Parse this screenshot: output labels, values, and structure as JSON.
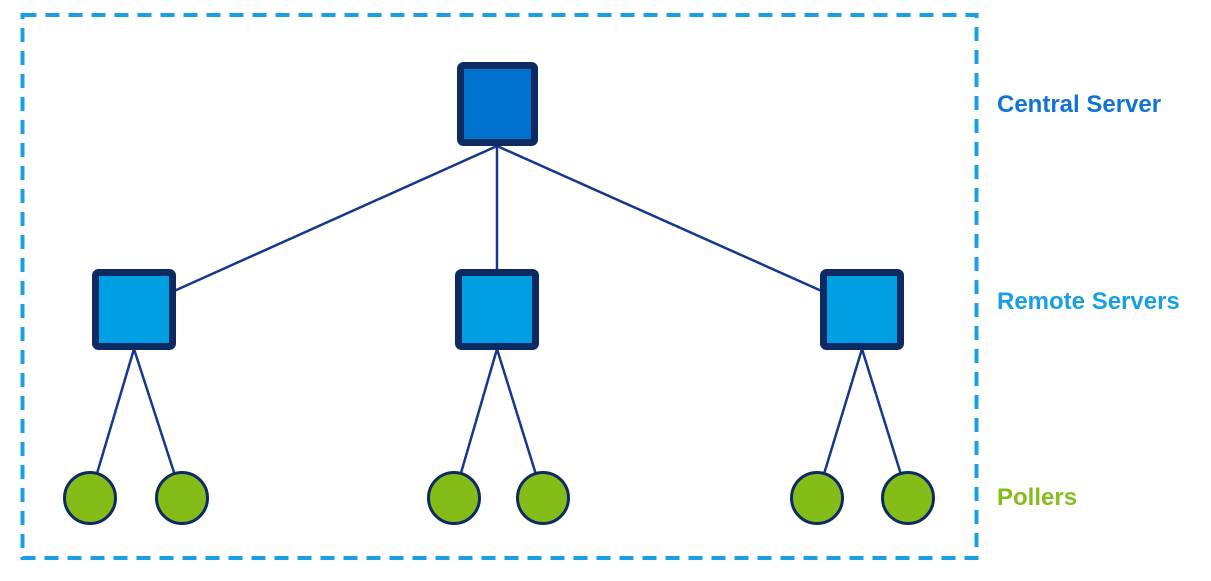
{
  "colors": {
    "canvas_bg": "#FFFFFF",
    "boundary_dash": "#199FE3",
    "central_server_fill": "#0072CE",
    "remote_server_fill": "#009FE3",
    "poller_fill": "#84BD17",
    "node_outline": "#0E2A63",
    "connector_line": "#17378C",
    "central_label_color": "#1173D3",
    "remote_label_color": "#199FE3",
    "poller_label_color": "#85BD1D"
  },
  "labels": {
    "central": "Central Server",
    "remote": "Remote Servers",
    "pollers": "Pollers"
  },
  "topology": {
    "type": "tree",
    "levels": [
      "Central Server",
      "Remote Servers",
      "Pollers"
    ],
    "central_servers": 1,
    "remote_servers": 3,
    "pollers": 6,
    "pollers_per_remote_server": 2
  }
}
